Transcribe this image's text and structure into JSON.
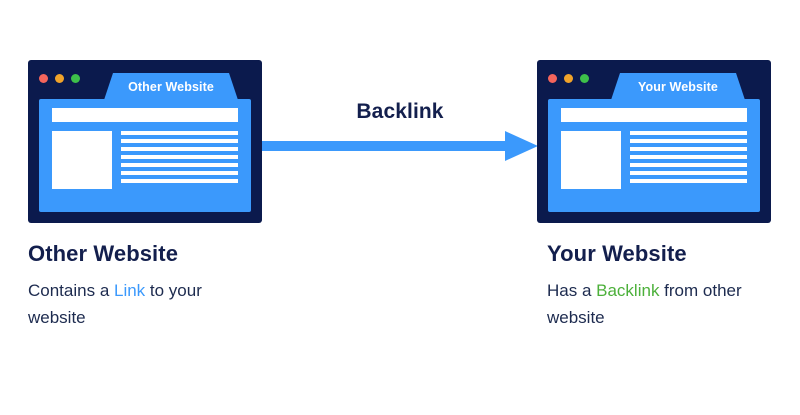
{
  "diagram": {
    "title": "Backlink relationship diagram",
    "colors": {
      "frame_navy": "#0b1a4d",
      "browser_blue": "#3b99fc",
      "arrow_blue": "#3b99fc",
      "text_navy": "#131f4d",
      "link_blue": "#3b99fc",
      "backlink_green": "#4cb03a",
      "background": "#ffffff",
      "dot_red": "#f4655c",
      "dot_yellow": "#f0a32a",
      "dot_green": "#3dc04a"
    }
  },
  "left_window": {
    "tab_label": "Other Website",
    "dots": [
      "red",
      "yellow",
      "green"
    ],
    "content_lines": 7
  },
  "right_window": {
    "tab_label": "Your Website",
    "dots": [
      "red",
      "yellow",
      "green"
    ],
    "content_lines": 7
  },
  "arrow": {
    "label": "Backlink",
    "direction": "left-to-right"
  },
  "left_caption": {
    "title": "Other Website",
    "body_before": "Contains a ",
    "body_highlight": "Link",
    "body_after": " to your website"
  },
  "right_caption": {
    "title": "Your Website",
    "body_before": "Has a ",
    "body_highlight": "Backlink",
    "body_after": " from other website"
  }
}
